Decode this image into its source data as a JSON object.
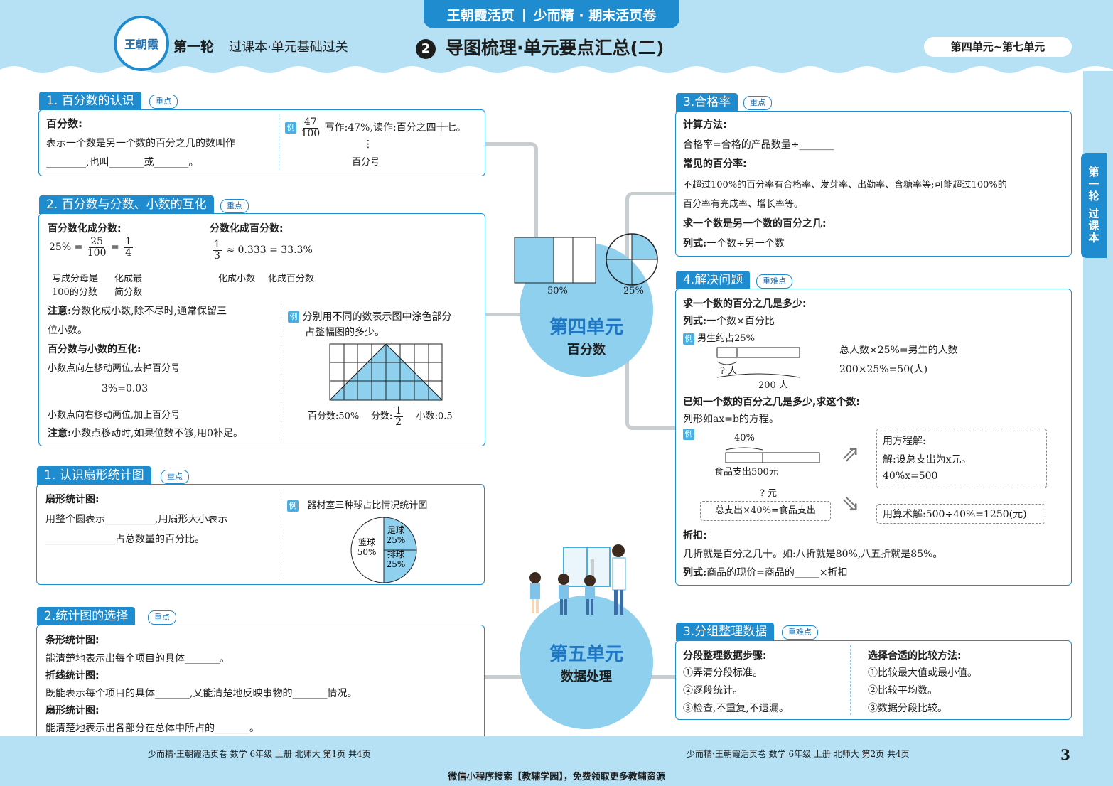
{
  "header": {
    "banner_brand": "王朝霞活页",
    "banner_series": "少而精 · 期末活页卷",
    "logo_text": "王朝霞",
    "round": "第一轮",
    "round_sub": "过课本·单元基础过关",
    "title_num": "2",
    "title": "导图梳理·单元要点汇总(二)",
    "unit_range": "第四单元~第七单元"
  },
  "side_tab": "第一轮 过课本",
  "badges": {
    "key": "重点",
    "hard": "重难点"
  },
  "units": [
    {
      "name": "第四单元",
      "topic": "百分数"
    },
    {
      "name": "第五单元",
      "topic": "数据处理"
    }
  ],
  "diagrams": {
    "rect_label": "50%",
    "circle_label": "25%"
  },
  "s1": {
    "tag": "1. 百分数的认识",
    "h": "百分数:",
    "l1": "表示一个数是另一个数的百分之几的数叫作",
    "l2": "________,也叫_______或_______。",
    "ex_num": "47",
    "ex_den": "100",
    "ex_text": "写作:47%,读作:百分之四十七。",
    "ex_dots": "⋮",
    "ex_pct": "百分号",
    "ex": "例"
  },
  "s2": {
    "tag": "2. 百分数与分数、小数的互化",
    "h1": "百分数化成分数:",
    "eq1_a": "25% =",
    "eq1_n1": "25",
    "eq1_d1": "100",
    "eq1_eq": "=",
    "eq1_n2": "1",
    "eq1_d2": "4",
    "note1a": "写成分母是",
    "note1b": "100的分数",
    "note2a": "化成最",
    "note2b": "简分数",
    "h2": "分数化成百分数:",
    "eq2_n": "1",
    "eq2_d": "3",
    "eq2_rest": "≈ 0.333 = 33.3%",
    "note3": "化成小数",
    "note4": "化成百分数",
    "note_h": "注意:",
    "note_t1": "分数化成小数,除不尽时,通常保留三",
    "note_t2": "位小数。",
    "h3": "百分数与小数的互化:",
    "dec1": "小数点向左移动两位,去掉百分号",
    "dec_eq": "3%=0.03",
    "dec2": "小数点向右移动两位,加上百分号",
    "note2_h": "注意:",
    "note2_t": "小数点移动时,如果位数不够,用0补足。",
    "ex": "例",
    "ex_t1": "分别用不同的数表示图中涂色部分",
    "ex_t2": "占整幅图的多少。",
    "ans_pct": "百分数:50%",
    "ans_frac_l": "分数:",
    "ans_frac_n": "1",
    "ans_frac_d": "2",
    "ans_dec": "小数:0.5"
  },
  "s3": {
    "tag": "1. 认识扇形统计图",
    "h": "扇形统计图:",
    "l1": "用整个圆表示__________,用扇形大小表示",
    "l2": "______________占总数量的百分比。",
    "ex": "例",
    "chart_title": "器材室三种球占比情况统计图"
  },
  "chart_data": {
    "type": "pie",
    "title": "器材室三种球占比情况统计图",
    "categories": [
      "篮球",
      "足球",
      "排球"
    ],
    "values": [
      50,
      25,
      25
    ],
    "labels": [
      "篮球\n50%",
      "足球\n25%",
      "排球\n25%"
    ]
  },
  "s4": {
    "tag": "2.统计图的选择",
    "h1": "条形统计图:",
    "l1": "能清楚地表示出每个项目的具体_______。",
    "h2": "折线统计图:",
    "l2": "既能表示每个项目的具体_______,又能清楚地反映事物的_______情况。",
    "h3": "扇形统计图:",
    "l3": "能清楚地表示出各部分在总体中所占的_______。"
  },
  "s5": {
    "tag": "3.合格率",
    "h1": "计算方法:",
    "l1": "合格率=合格的产品数量÷_______",
    "h2": "常见的百分率:",
    "l2": "不超过100%的百分率有合格率、发芽率、出勤率、含糖率等;可能超过100%的",
    "l3": "百分率有完成率、增长率等。",
    "h3": "求一个数是另一个数的百分之几:",
    "l4_h": "列式:",
    "l4": "一个数÷另一个数"
  },
  "s6": {
    "tag": "4.解决问题",
    "h1": "求一个数的百分之几是多少:",
    "f1_h": "列式:",
    "f1": "一个数×百分比",
    "ex": "例",
    "ex1": "男生约占25%",
    "ex1_q": "? 人",
    "ex1_total": "200 人",
    "ex1_eq1": "总人数×25%=男生的人数",
    "ex1_eq2": "200×25%=50(人)",
    "h2": "已知一个数的百分之几是多少,求这个数:",
    "l2": "列形如ax=b的方程。",
    "ex2_pct": "40%",
    "ex2_food": "食品支出500元",
    "ex2_q": "? 元",
    "ex2_rel": "总支出×40%=食品支出",
    "m1_h": "用方程解:",
    "m1_l1": "解:设总支出为x元。",
    "m1_l2": "40%x=500",
    "m2": "用算术解:500÷40%=1250(元)",
    "h3": "折扣:",
    "l3": "几折就是百分之几十。如:八折就是80%,八五折就是85%。",
    "f3_h": "列式:",
    "f3": "商品的现价=商品的_____×折扣"
  },
  "s7": {
    "tag": "3.分组整理数据",
    "h1": "分段整理数据步骤:",
    "a1": "①弄清分段标准。",
    "a2": "②逐段统计。",
    "a3": "③检查,不重复,不遗漏。",
    "h2": "选择合适的比较方法:",
    "b1": "①比较最大值或最小值。",
    "b2": "②比较平均数。",
    "b3": "③数据分段比较。"
  },
  "footer": {
    "left": "少而精·王朝霞活页卷  数学  6年级  上册  北师大  第1页  共4页",
    "right": "少而精·王朝霞活页卷  数学  6年级  上册  北师大  第2页  共4页",
    "page": "3",
    "wechat": "微信小程序搜索【教辅学园】，免费领取更多教辅资源"
  },
  "colors": {
    "frame": "#b6e0f4",
    "accent": "#1f8ccf",
    "fill": "#8fd0ef"
  }
}
